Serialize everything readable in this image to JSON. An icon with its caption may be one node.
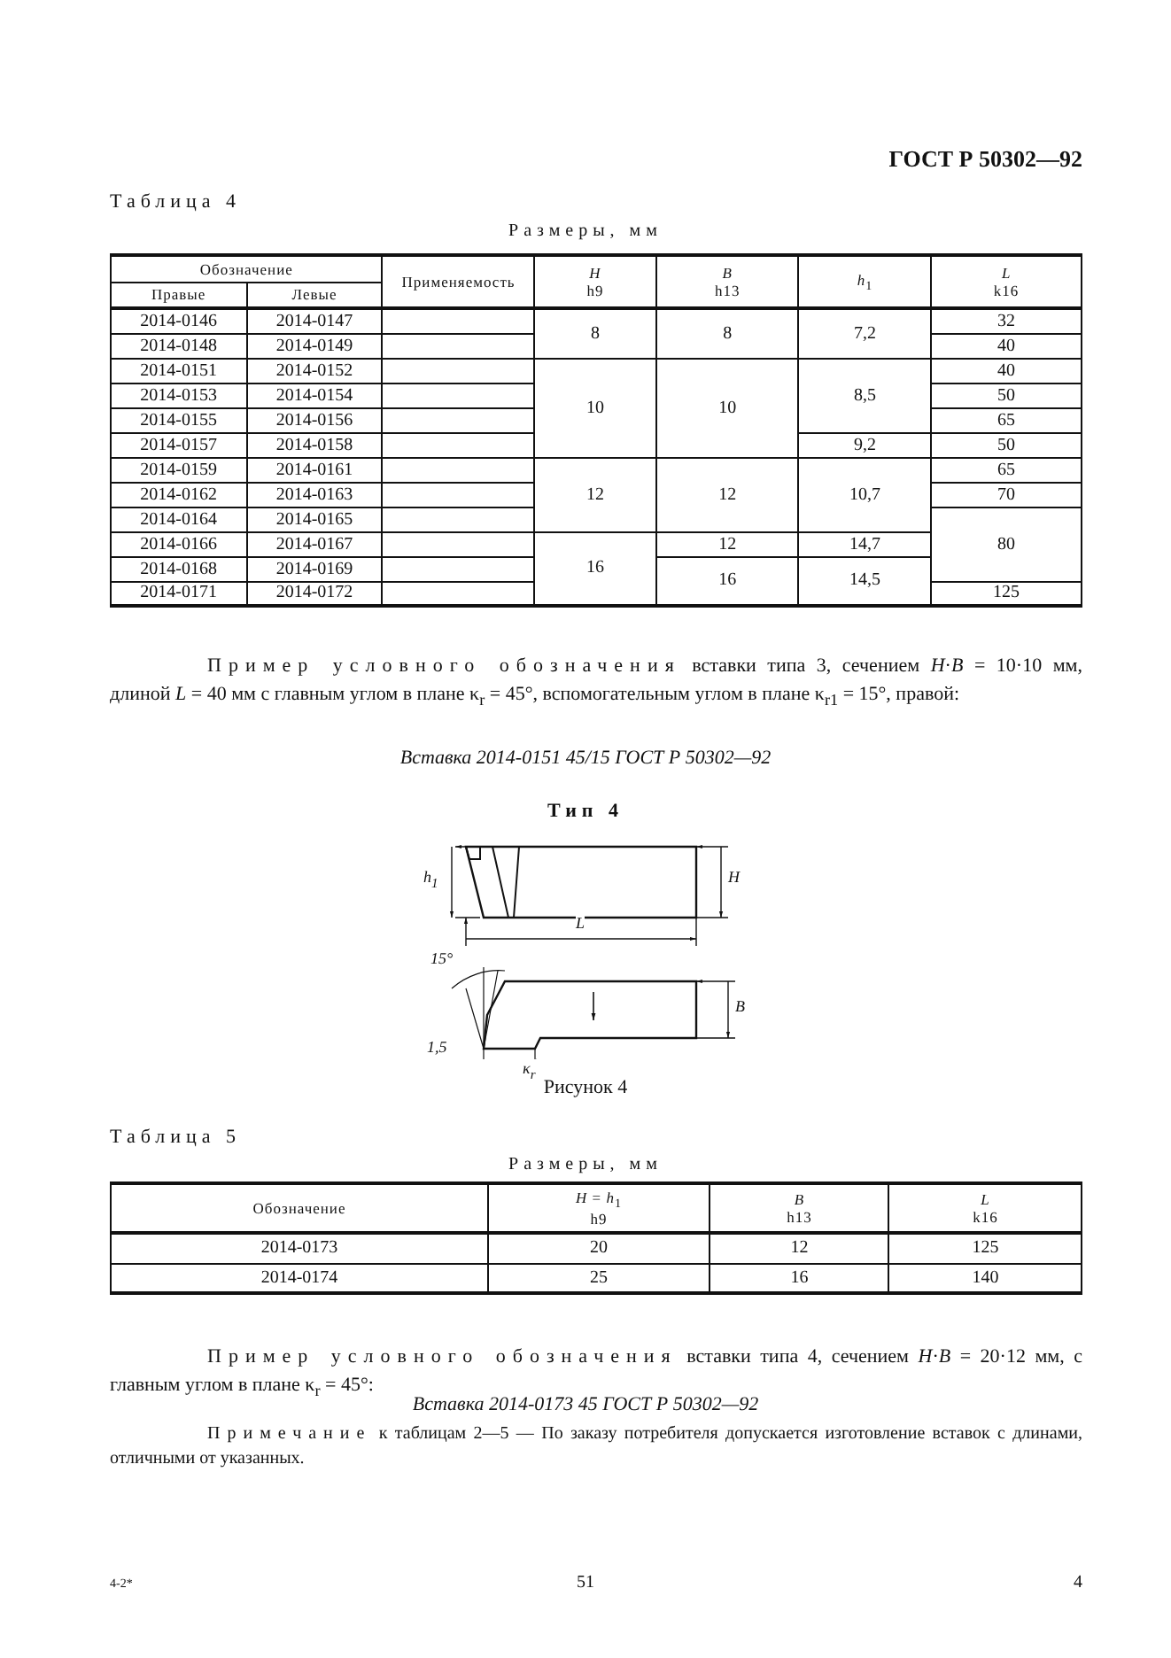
{
  "diagram": {
    "labels": [
      "ГОСТ Р 50302—92",
      "Таблица 4",
      "Размеры, мм",
      "Обозначение",
      "Применяемость",
      "*H* h9",
      "*B* h13",
      "*h*$_{1}$",
      "*L* k16",
      "Правые",
      "Левые",
      "2014-0146",
      "2014-0147",
      "8",
      "8",
      "7,2",
      "32",
      "2014-0148",
      "2014-0149",
      "40",
      "2014-0151",
      "2014-0152",
      "10",
      "10",
      "8,5",
      "40",
      "2014-0153",
      "2014-0154",
      "50",
      "2014-0155",
      "2014-0156",
      "65",
      "2014-0157",
      "2014-0158",
      "9,2",
      "50",
      "2014-0159",
      "2014-0161",
      "12",
      "12",
      "10,7",
      "65",
      "2014-0162",
      "2014-0163",
      "70",
      "2014-0164",
      "2014-0165",
      "2014-0166",
      "2014-0167",
      "16",
      "12",
      "14,7",
      "80",
      "2014-0168",
      "2014-0169",
      "16",
      "14,5",
      "2014-0171",
      "2014-0172",
      "125",
      "Пример условного обозначения вставки типа 3, сечением *H*·*B* = 10·10 мм, длиной *L* = 40 мм с главным углом в плане κ$_{r}$ = 45°, вспомогательным углом в плане κ$_{r1}$ = 15°, правой:",
      "Вставка 2014-0151 45/15 ГОСТ Р 50302—92",
      "Тип 4",
      "*h*$_{1}$",
      "*H*",
      "*L*",
      "15°",
      "*B*",
      "1,5",
      "κ$_{r}$",
      "Рисунок 4",
      "Таблица 5",
      "Размеры, мм",
      "Обозначение",
      "*H* = *h*$_{1}$ h9",
      "*B* h13",
      "*L* k16",
      "2014-0173",
      "20",
      "12",
      "125",
      "2014-0174",
      "25",
      "16",
      "140",
      "Пример условного обозначения вставки типа 4, сечением *H*·*B* = 20·12 мм, с главным углом в плане κ$_{r}$ = 45°:",
      "Вставка 2014-0173 45 ГОСТ Р 50302—92",
      "Примечание к таблицам 2—5 — По заказу потребителя допускается изготовление вставок с длинами, отличными от указанных.",
      "4-2*",
      "51",
      "4"
    ]
  }
}
